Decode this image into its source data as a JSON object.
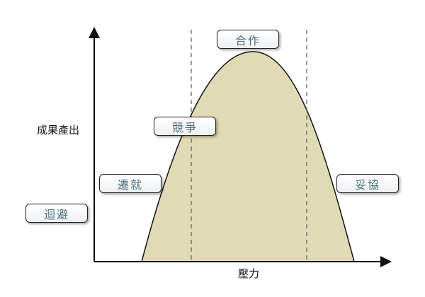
{
  "diagram": {
    "y_axis_label": "成果產出",
    "x_axis_label": "壓力",
    "stages": [
      {
        "label": "迴避"
      },
      {
        "label": "遷就"
      },
      {
        "label": "競爭"
      },
      {
        "label": "合作"
      },
      {
        "label": "妥協"
      }
    ],
    "colors": {
      "curve_fill": "#e0dab5",
      "label_text": "#4f6f7e",
      "axis": "#111111",
      "divider": "#666666"
    }
  }
}
